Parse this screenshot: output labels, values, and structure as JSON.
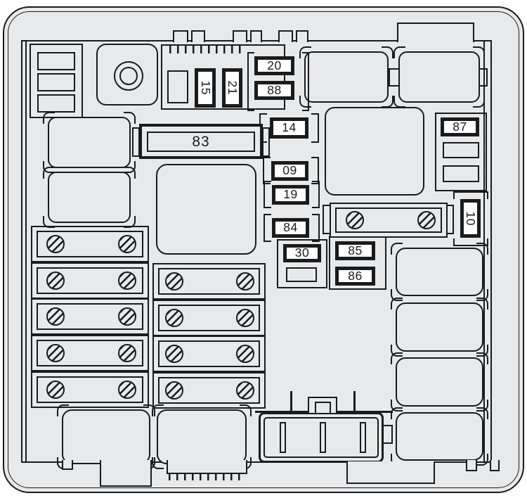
{
  "colors": {
    "ink": "#1b1b1b",
    "body_fill": "#e8e9ea",
    "fuse_label_bg": "#ffffff",
    "page_bg": "#ffffff"
  },
  "fuses": {
    "f15": "15",
    "f21": "21",
    "f20": "20",
    "f88": "88",
    "f14": "14",
    "f09": "09",
    "f19": "19",
    "f83": "83",
    "f84": "84",
    "f30": "30",
    "f85": "85",
    "f86": "86",
    "f87": "87",
    "f10": "10"
  }
}
